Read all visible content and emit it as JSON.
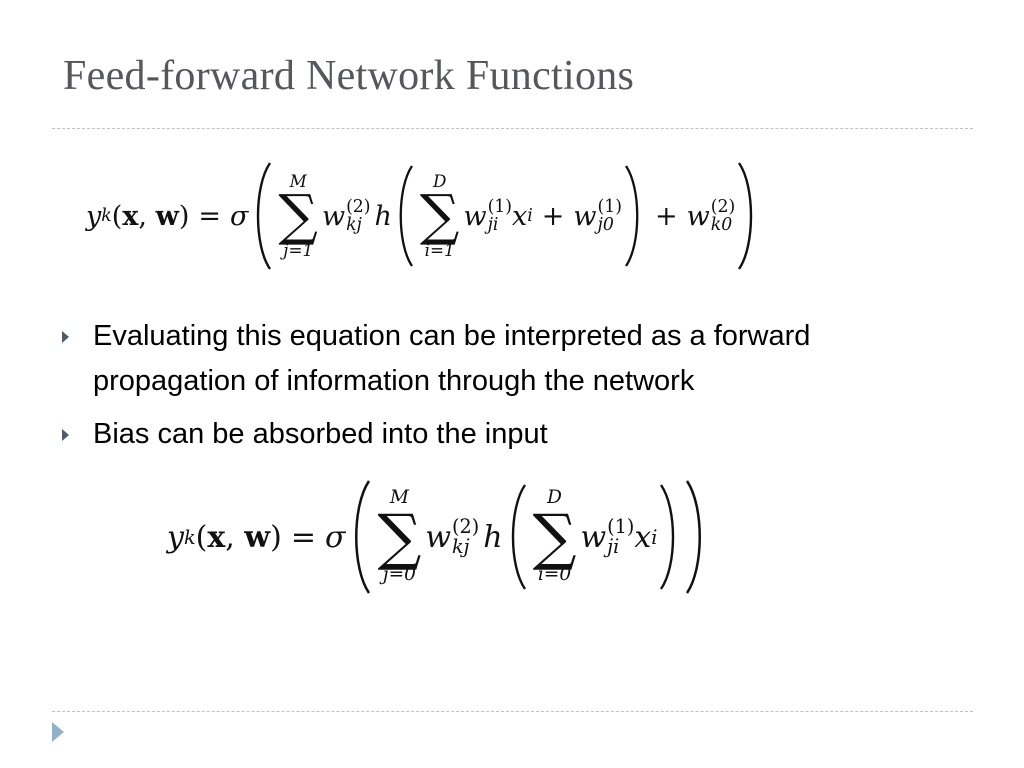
{
  "slide": {
    "title": "Feed-forward Network Functions"
  },
  "bullets": [
    "Evaluating this equation can be interpreted as a forward propagation of information through the network",
    "Bias can be absorbed into the input"
  ],
  "equations": {
    "eq1": {
      "lhs_y": "y",
      "lhs_sub": "k",
      "lhs_args": "(x, w)",
      "equals": "=",
      "sigma": "σ",
      "outer_sum_upper": "M",
      "outer_sum_lower": "j=1",
      "w2_sup": "(2)",
      "w2_sub": "kj",
      "h": "h",
      "inner_sum_upper": "D",
      "inner_sum_lower": "i=1",
      "w1_sup": "(1)",
      "w1_sub": "ji",
      "x_sub": "i",
      "plus": "+",
      "bias1_sup": "(1)",
      "bias1_sub": "j0",
      "bias2_sup": "(2)",
      "bias2_sub": "k0"
    },
    "eq2": {
      "outer_sum_upper": "M",
      "outer_sum_lower": "j=0",
      "inner_sum_upper": "D",
      "inner_sum_lower": "i=0"
    }
  }
}
